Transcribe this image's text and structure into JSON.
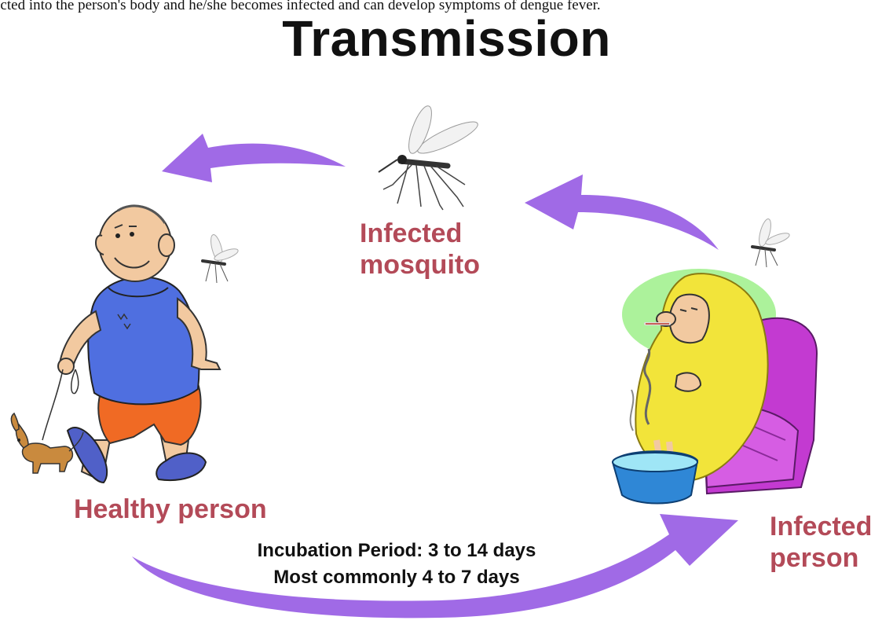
{
  "caption": "ected into the person's body and he/she becomes infected and can develop symptoms of dengue fever.",
  "title": "Transmission",
  "labels": {
    "infected_mosquito": "Infected mosquito",
    "healthy_person": "Healthy person",
    "infected_person": "Infected person"
  },
  "incubation": {
    "line1": "Incubation Period: 3 to 14 days",
    "line2": "Most commonly 4 to 7 days"
  },
  "colors": {
    "arrow": "#a06ae6",
    "label": "#b34a58",
    "shirt": "#4f6fe0",
    "shorts": "#f06a24",
    "blanket": "#f2e43a",
    "chair": "#c33ad1",
    "bucket": "#2f87d6",
    "highlight": "#9ef089"
  },
  "icons": [
    "mosquito-icon",
    "healthy-person-illustration",
    "infected-person-illustration",
    "dog-illustration",
    "cycle-arrow"
  ]
}
